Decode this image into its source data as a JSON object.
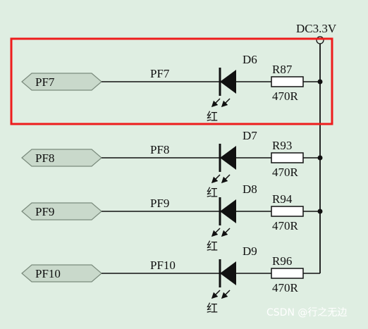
{
  "supply": {
    "label": "DC3.3V"
  },
  "rows": [
    {
      "port_label": "PF7",
      "net_label": "PF7",
      "led_ref": "D6",
      "led_color": "红",
      "resistor_ref": "R87",
      "resistor_value": "470R",
      "highlighted": true
    },
    {
      "port_label": "PF8",
      "net_label": "PF8",
      "led_ref": "D7",
      "led_color": "红",
      "resistor_ref": "R93",
      "resistor_value": "470R",
      "highlighted": false
    },
    {
      "port_label": "PF9",
      "net_label": "PF9",
      "led_ref": "D8",
      "led_color": "红",
      "resistor_ref": "R94",
      "resistor_value": "470R",
      "highlighted": false
    },
    {
      "port_label": "PF10",
      "net_label": "PF10",
      "led_ref": "D9",
      "led_color": "红",
      "resistor_ref": "R96",
      "resistor_value": "470R",
      "highlighted": false
    }
  ],
  "watermark": "CSDN @行之无边",
  "colors": {
    "background": "#dfeee2",
    "port_fill": "#c9d9cb",
    "highlight": "#ee1c1c",
    "wire": "#111111"
  }
}
